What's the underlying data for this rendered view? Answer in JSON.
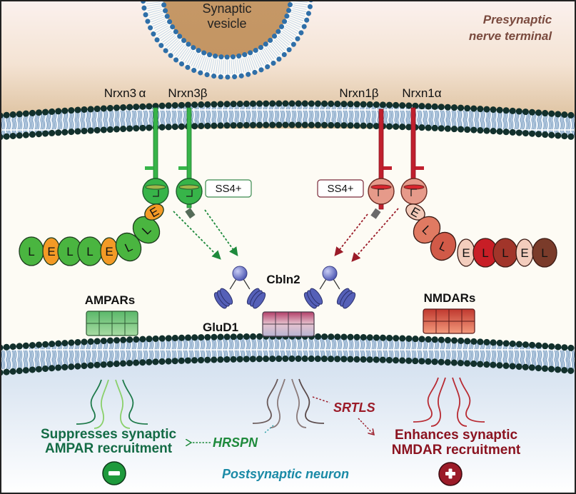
{
  "title": "Neurexin isoforms and Cbln2-GluD1 signaling at the synapse",
  "regions": {
    "vesicle_label_line1": "Synaptic",
    "vesicle_label_line2": "vesicle",
    "presynaptic_line1": "Presynaptic",
    "presynaptic_line2": "nerve terminal",
    "postsynaptic": "Postsynaptic neuron"
  },
  "neurexins": {
    "nrxn3a": "Nrxn3 α",
    "nrxn3b": "Nrxn3β",
    "nrxn1b": "Nrxn1β",
    "nrxn1a": "Nrxn1α",
    "ss4_left": "SS4+",
    "ss4_right": "SS4+",
    "nrxn3a_domains": [
      "L",
      "E",
      "L",
      "L",
      "E",
      "L",
      "L",
      "E"
    ],
    "nrxn1a_domains": [
      "E",
      "L",
      "L",
      "E",
      "L",
      "L",
      "E",
      "L"
    ]
  },
  "proteins": {
    "cbln2": "Cbln2",
    "glud1": "GluD1",
    "ampars": "AMPARs",
    "nmdars": "NMDARs"
  },
  "pathways": {
    "hrspn": "HRSPN",
    "srtls": "SRTLS",
    "suppress_line1": "Suppresses synaptic",
    "suppress_line2": "AMPAR recruitment",
    "enhance_line1": "Enhances synaptic",
    "enhance_line2": "NMDAR recruitment",
    "minus_symbol": "−",
    "plus_symbol": "+"
  },
  "colors": {
    "green": "#2a9a3c",
    "green_dark": "#136b45",
    "red": "#b8202e",
    "red_dark": "#8b1320",
    "teal_text": "#1a8aa6",
    "presyn_text": "#7a4a3e",
    "membrane_head": "#12302c",
    "membrane_tail": "#4d7ea8",
    "cbln2": "#5560b8"
  }
}
